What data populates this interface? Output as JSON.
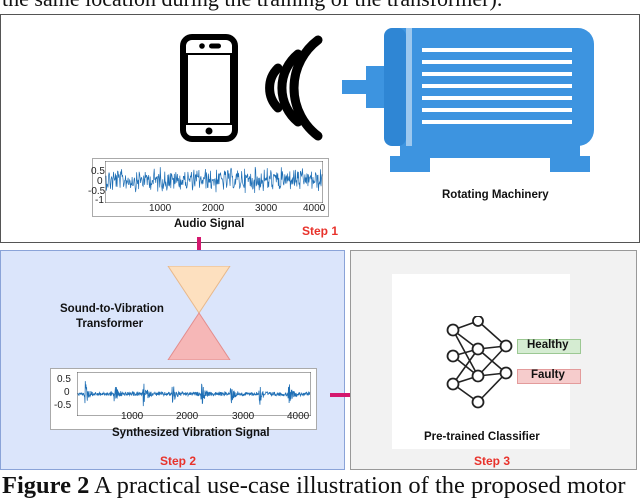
{
  "top_cut_text": "the same location during the training of the transformer).",
  "panel1": {
    "audio_title": "Audio Signal",
    "audio_yticks": [
      "0.5",
      "0",
      "-0.5",
      "-1"
    ],
    "audio_xticks": [
      "1000",
      "2000",
      "3000",
      "4000"
    ],
    "machine_label": "Rotating Machinery",
    "step_label": "Step 1"
  },
  "panel2": {
    "transformer_label_line1": "Sound-to-Vibration",
    "transformer_label_line2": "Transformer",
    "vib_title": "Synthesized Vibration Signal",
    "vib_yticks": [
      "0.5",
      "0",
      "-0.5"
    ],
    "vib_xticks": [
      "1000",
      "2000",
      "3000",
      "4000"
    ],
    "step_label": "Step 2"
  },
  "panel3": {
    "healthy_label": "Healthy",
    "faulty_label": "Faulty",
    "classifier_label": "Pre-trained Classifier",
    "step_label": "Step 3"
  },
  "caption": {
    "bold": "Figure 2",
    "rest": " A practical use-case illustration of the proposed motor"
  },
  "colors": {
    "signal_blue": "#1f6fb5",
    "motor_blue": "#3d94e0",
    "arrow_magenta": "#d4186e",
    "step_red": "#e8322b",
    "panel2_bg": "#dbe5fb",
    "panel3_bg": "#f2f2f2",
    "healthy_bg": "#d5ecd2",
    "faulty_bg": "#f6cccc",
    "transformer_top": "#fde0bf",
    "transformer_bottom": "#f6b7b7"
  },
  "icons": [
    "smartphone-icon",
    "sound-waves-icon",
    "electric-motor-icon",
    "neural-network-icon"
  ]
}
